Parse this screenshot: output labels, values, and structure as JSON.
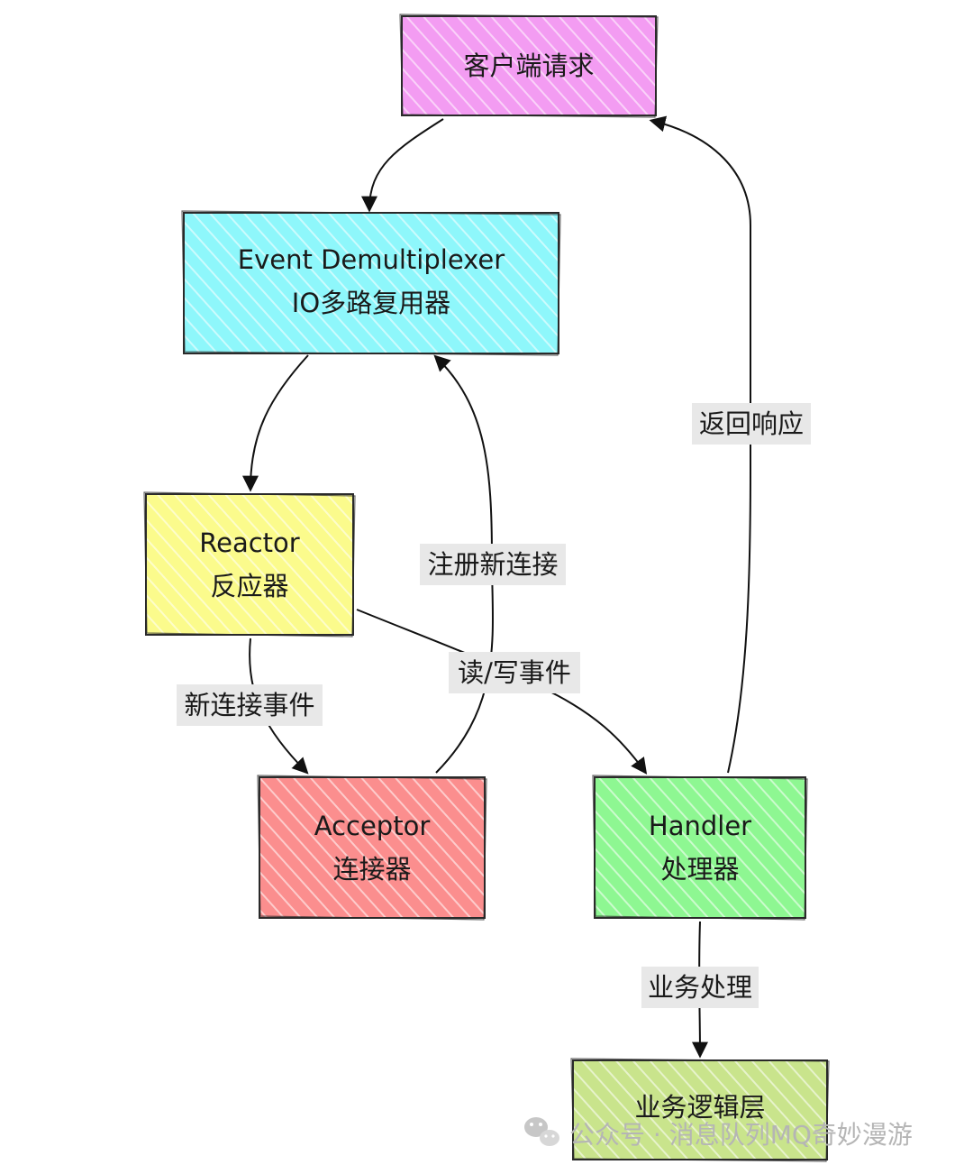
{
  "nodes": {
    "client_request": {
      "label": "客户端请求",
      "color": "#f39cf2"
    },
    "event_demux": {
      "line1": "Event Demultiplexer",
      "line2": "IO多路复用器",
      "color": "#8ef7fb"
    },
    "reactor": {
      "line1": "Reactor",
      "line2": "反应器",
      "color": "#fbfb8c"
    },
    "acceptor": {
      "line1": "Acceptor",
      "line2": "连接器",
      "color": "#fb8e8e"
    },
    "handler": {
      "line1": "Handler",
      "line2": "处理器",
      "color": "#8ef792"
    },
    "business_layer": {
      "label": "业务逻辑层",
      "color": "#c9e48c"
    }
  },
  "edges": {
    "register_new_connection": "注册新连接",
    "read_write_event": "读/写事件",
    "new_connection_event": "新连接事件",
    "return_response": "返回响应",
    "business_processing": "业务处理"
  },
  "watermark": {
    "text": "公众号 · 消息队列MQ奇妙漫游",
    "icon": "wechat-icon"
  }
}
